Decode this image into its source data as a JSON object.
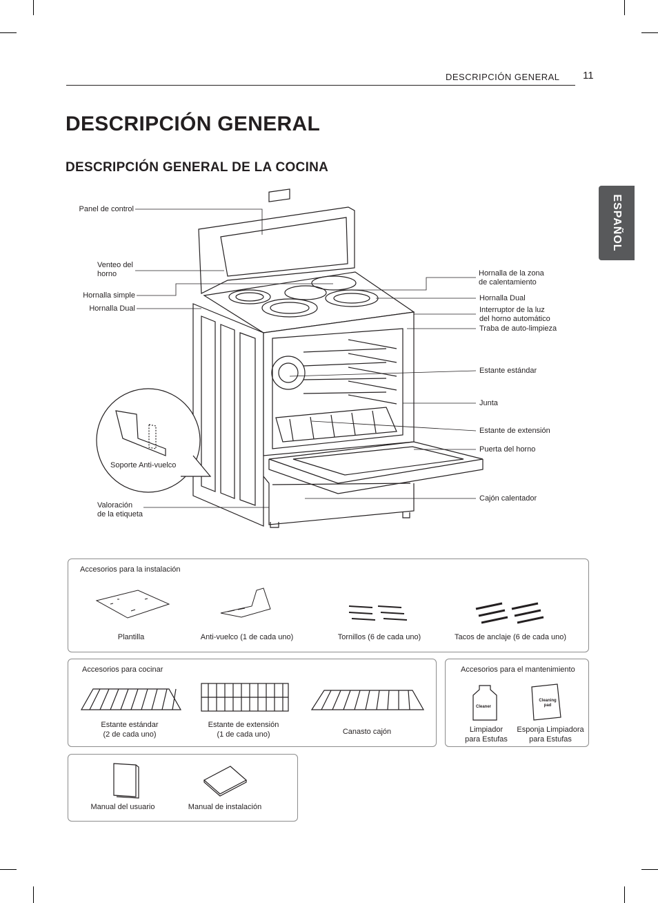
{
  "header": {
    "section": "DESCRIPCIÓN GENERAL",
    "page_number": "11"
  },
  "title": "DESCRIPCIÓN GENERAL",
  "subtitle": "DESCRIPCIÓN GENERAL DE LA COCINA",
  "language_tab": "ESPAÑOL",
  "range_labels": {
    "panel_de_control": "Panel de control",
    "venteo": "Venteo del\nhorno",
    "hornalla_simple": "Hornalla simple",
    "hornalla_dual_left": "Hornalla Dual",
    "zona_calentamiento": "Hornalla de la zona\nde calentamiento",
    "hornalla_dual_right": "Hornalla Dual",
    "interruptor_luz": "Interruptor de la luz\ndel horno automático",
    "traba": "Traba de auto-limpieza",
    "estante_estandar": "Estante estándar",
    "junta": "Junta",
    "estante_extension": "Estante de extensión",
    "puerta": "Puerta del horno",
    "cajon": "Cajón calentador",
    "soporte": "Soporte Anti-vuelco",
    "valoracion": "Valoración\nde la etiqueta"
  },
  "install_box": {
    "title": "Accesorios para la instalación",
    "items": [
      "Plantilla",
      "Anti-vuelco (1 de cada uno)",
      "Tornillos (6 de cada uno)",
      "Tacos de anclaje (6 de cada uno)"
    ]
  },
  "cook_box": {
    "title": "Accesorios para cocinar",
    "items": [
      "Estante estándar\n(2 de cada uno)",
      "Estante de extensión\n(1 de cada uno)",
      "Canasto cajón"
    ]
  },
  "maint_box": {
    "title": "Accesorios para el mantenimiento",
    "items": [
      "Limpiador\npara Estufas",
      "Esponja Limpiadora\npara Estufas"
    ],
    "cleaner_text": "Cleaner",
    "pad_text": "Cleaning\npad"
  },
  "manual_box": {
    "items": [
      "Manual del usuario",
      "Manual de instalación"
    ]
  }
}
